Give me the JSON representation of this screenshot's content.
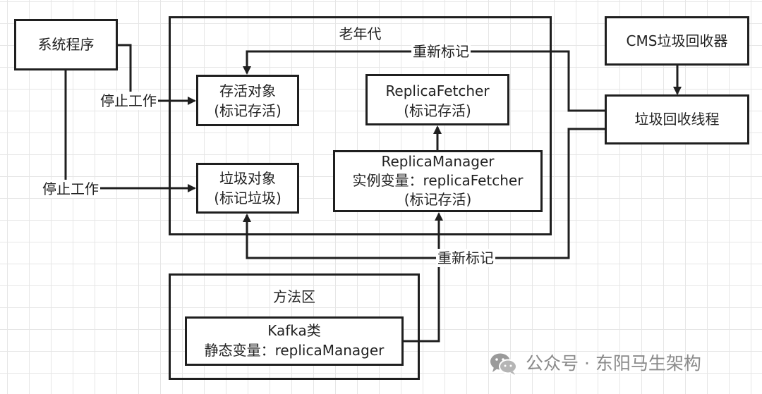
{
  "nodes": {
    "system_program": "系统程序",
    "old_gen": "老年代",
    "cms_collector": "CMS垃圾回收器",
    "gc_thread": "垃圾回收线程",
    "live_object": {
      "line1": "存活对象",
      "line2": "(标记存活)"
    },
    "garbage_object": {
      "line1": "垃圾对象",
      "line2": "(标记垃圾)"
    },
    "replica_fetcher": {
      "line1": "ReplicaFetcher",
      "line2": "(标记存活)"
    },
    "replica_manager": {
      "line1": "ReplicaManager",
      "line2": "实例变量：replicaFetcher",
      "line3": "(标记存活)"
    },
    "method_area": "方法区",
    "kafka_class": {
      "line1": "Kafka类",
      "line2": "静态变量：replicaManager"
    }
  },
  "edge_labels": {
    "stop_work_1": "停止工作",
    "stop_work_2": "停止工作",
    "remark_top": "重新标记",
    "remark_bottom": "重新标记"
  },
  "watermark": {
    "icon": "wechat-icon",
    "text": "公众号 · 东阳马生架构"
  },
  "colors": {
    "line": "#1f1f1f",
    "grid": "#e6e6e6",
    "watermark": "#8a8a8a"
  }
}
